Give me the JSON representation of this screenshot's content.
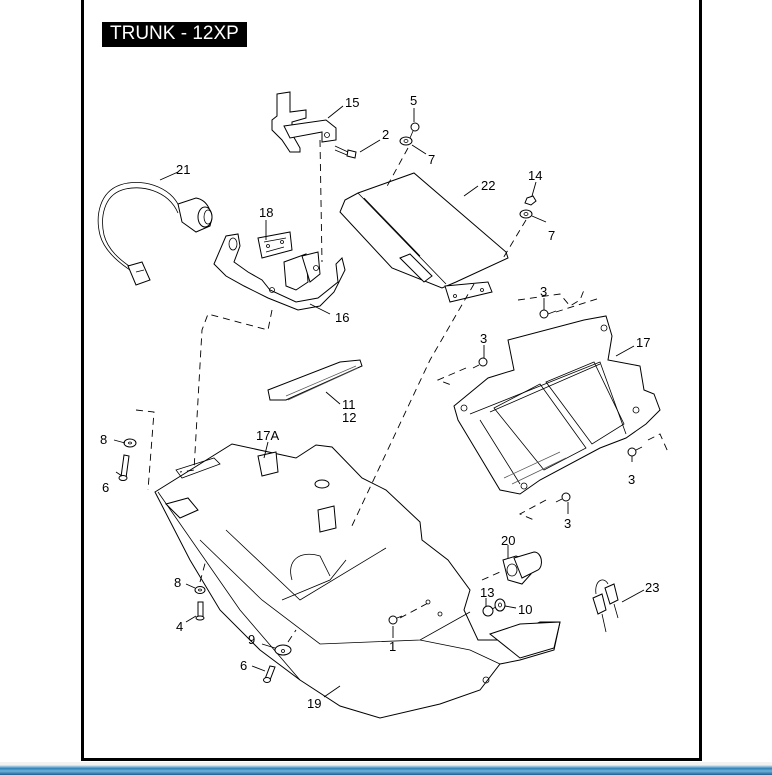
{
  "diagram": {
    "title": "TRUNK - 12XP",
    "callouts": [
      {
        "id": "c15",
        "label": "15",
        "part": "hinge-bracket"
      },
      {
        "id": "c5",
        "label": "5",
        "part": "screw"
      },
      {
        "id": "c2",
        "label": "2",
        "part": "screw"
      },
      {
        "id": "c7a",
        "label": "7",
        "part": "washer"
      },
      {
        "id": "c21",
        "label": "21",
        "part": "power-outlet-harness"
      },
      {
        "id": "c18",
        "label": "18",
        "part": "latch"
      },
      {
        "id": "c22",
        "label": "22",
        "part": "box-cover"
      },
      {
        "id": "c14",
        "label": "14",
        "part": "nut"
      },
      {
        "id": "c7b",
        "label": "7",
        "part": "washer"
      },
      {
        "id": "c16",
        "label": "16",
        "part": "mounting-bracket"
      },
      {
        "id": "c3a",
        "label": "3",
        "part": "screw"
      },
      {
        "id": "c3b",
        "label": "3",
        "part": "screw"
      },
      {
        "id": "c17",
        "label": "17",
        "part": "mounting-tray"
      },
      {
        "id": "c11",
        "label": "11",
        "part": "trim-strip"
      },
      {
        "id": "c12",
        "label": "12",
        "part": "trim-strip"
      },
      {
        "id": "c8a",
        "label": "8",
        "part": "washer"
      },
      {
        "id": "c6a",
        "label": "6",
        "part": "screw"
      },
      {
        "id": "c17A",
        "label": "17A",
        "part": "grommet"
      },
      {
        "id": "c3c",
        "label": "3",
        "part": "screw"
      },
      {
        "id": "c3d",
        "label": "3",
        "part": "screw"
      },
      {
        "id": "c20",
        "label": "20",
        "part": "lock-cylinder"
      },
      {
        "id": "c13",
        "label": "13",
        "part": "screw"
      },
      {
        "id": "c10",
        "label": "10",
        "part": "washer"
      },
      {
        "id": "c23",
        "label": "23",
        "part": "keys"
      },
      {
        "id": "c8b",
        "label": "8",
        "part": "washer"
      },
      {
        "id": "c4",
        "label": "4",
        "part": "screw"
      },
      {
        "id": "c1",
        "label": "1",
        "part": "screw"
      },
      {
        "id": "c9",
        "label": "9",
        "part": "washer"
      },
      {
        "id": "c6b",
        "label": "6",
        "part": "screw"
      },
      {
        "id": "c19",
        "label": "19",
        "part": "trunk-liner"
      }
    ]
  }
}
